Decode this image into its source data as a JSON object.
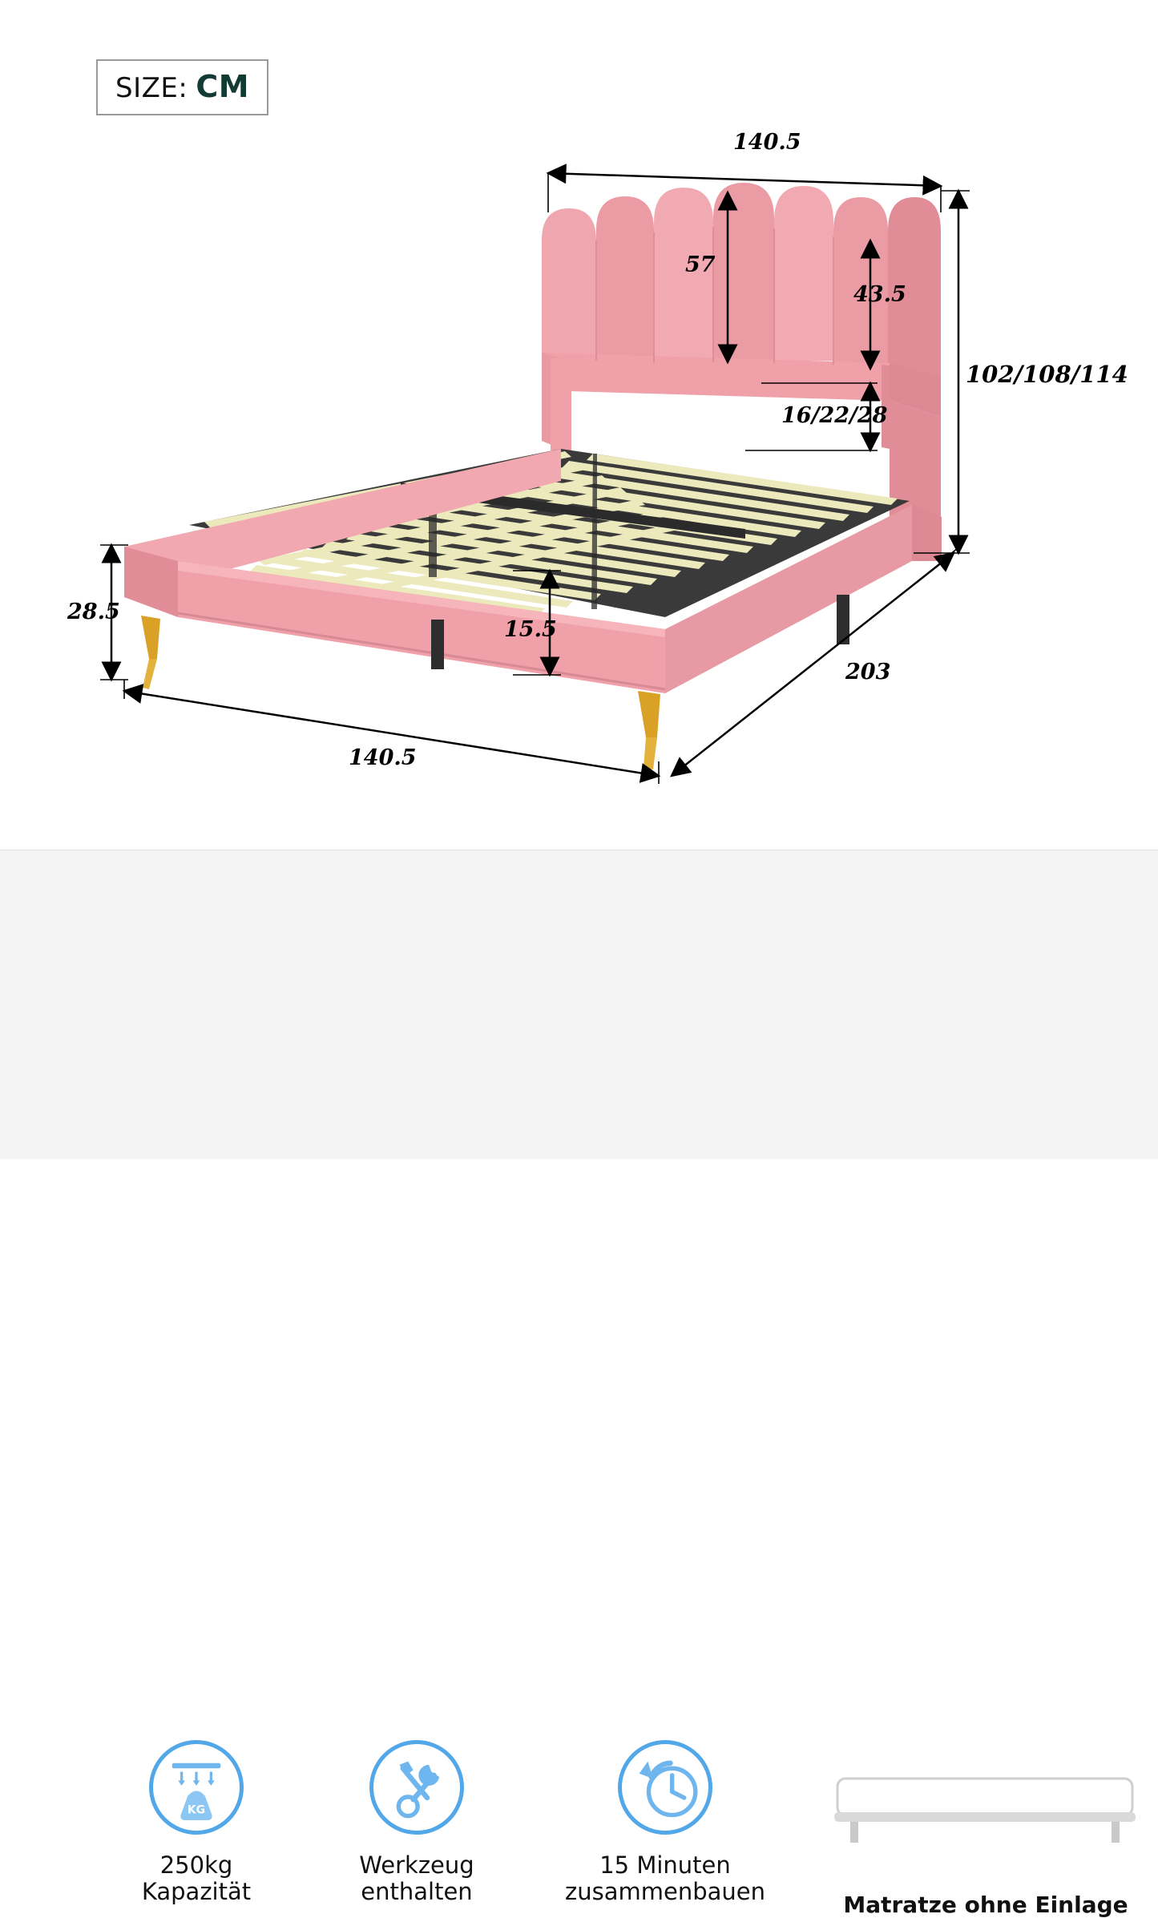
{
  "badge": {
    "label": "SIZE:",
    "value": "CM"
  },
  "dimensions": {
    "width_top": "140.5",
    "headboard_panel": "57",
    "headboard_side": "43.5",
    "total_height": "102/108/114",
    "headboard_gap": "16/22/28",
    "frame_height": "28.5",
    "slat_height": "15.5",
    "length": "203",
    "width_bottom": "140.5"
  },
  "features": [
    {
      "icon": "weight-capacity-icon",
      "line1": "250kg",
      "line2": "Kapazität",
      "badge_text": "KG"
    },
    {
      "icon": "tools-included-icon",
      "line1": "Werkzeug",
      "line2": "enthalten"
    },
    {
      "icon": "assembly-time-icon",
      "line1": "15 Minuten",
      "line2": "zusammenbauen"
    },
    {
      "icon": "mattress-not-included-icon",
      "line1": "Matratze ohne Einlage",
      "line2": ""
    }
  ],
  "colors": {
    "bed_pink": "#f0a0a8",
    "bed_pink_dark": "#e28f98",
    "slat_wood": "#e9e6b8",
    "leg_gold": "#d9a227",
    "accent_blue": "#52a7e8",
    "badge_green": "#123b33"
  }
}
